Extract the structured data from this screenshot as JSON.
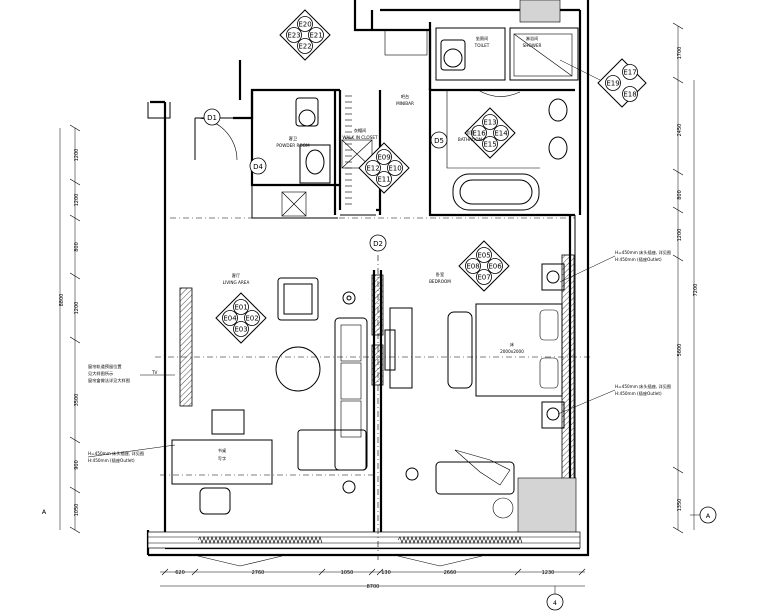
{
  "diagram": {
    "tag_clusters": {
      "top": [
        "E20",
        "E23",
        "E21",
        "E22"
      ],
      "living": [
        "E01",
        "E04",
        "E02",
        "E03"
      ],
      "bedroom": [
        "E05",
        "E08",
        "E06",
        "E07"
      ],
      "bathroom": [
        "E13",
        "E16",
        "E14",
        "E15"
      ],
      "closet": [
        "E09",
        "E12",
        "E10",
        "E11"
      ],
      "shower": [
        "E17",
        "E19",
        "E18"
      ]
    },
    "circle_tags": [
      "D1",
      "D2",
      "D4",
      "D5"
    ],
    "grid_bubbles": [
      "A",
      "A",
      "4"
    ],
    "rooms": {
      "living": [
        "客厅",
        "LIVING AREA"
      ],
      "bedroom": [
        "卧室",
        "BEDROOM"
      ],
      "bathroom": [
        "浴室",
        "BATHROOM"
      ],
      "powder": [
        "客卫",
        "POWDER ROOM"
      ],
      "closet": [
        "衣帽间",
        "WALK IN CLOSET"
      ],
      "shower": [
        "淋浴间",
        "SHOWER"
      ],
      "toilet": [
        "坐厕间",
        "TOILET"
      ],
      "minibar": [
        "吧台",
        "MINIBAR"
      ],
      "bed": [
        "床",
        "2000x2000"
      ],
      "desk": [
        "书桌",
        "写字"
      ]
    },
    "notes": {
      "left": [
        "窗帘轨道预留位置",
        "见大样图所示",
        "窗帘盒做法详见大样图"
      ],
      "left2": [
        "H=450mm 床头插座, 详见图",
        "H:450mm (插座Outlet)"
      ],
      "right_top": [
        "H=450mm 床头插座, 详见图",
        "H:450mm (插座Outlet)"
      ],
      "right_bottom": [
        "H=450mm 床头插座, 详见图",
        "H:450mm (插座Outlet)"
      ],
      "tv": "TV"
    },
    "dimensions": {
      "left": [
        "1200",
        "1200",
        "800",
        "1200",
        "8800",
        "3500",
        "900",
        "1050"
      ],
      "right": [
        "1700",
        "2450",
        "800",
        "1200",
        "5600",
        "1350",
        "7200"
      ],
      "bottom": [
        "620",
        "2760",
        "1050",
        "130",
        "2660",
        "1230",
        "8700"
      ]
    }
  }
}
